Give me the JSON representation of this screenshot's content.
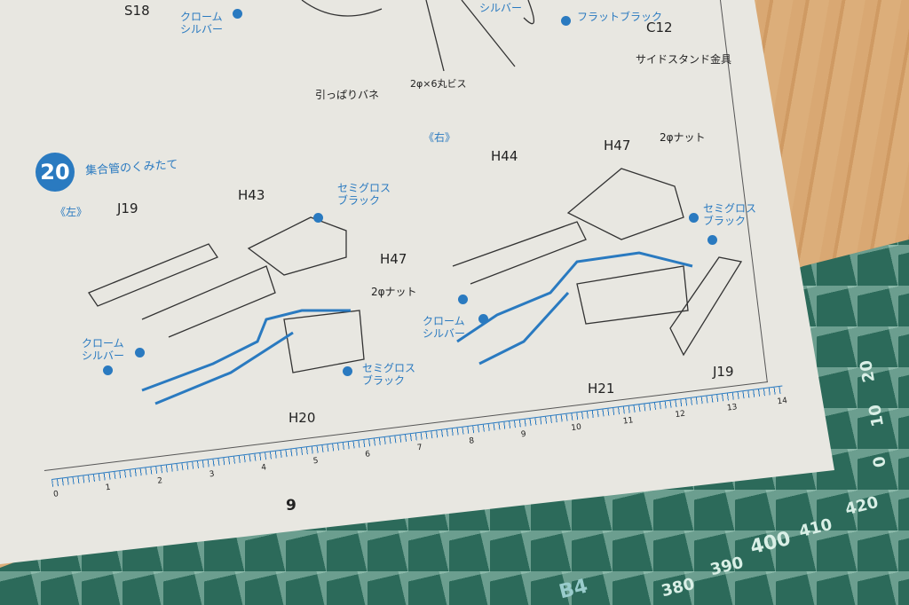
{
  "page_number": "9",
  "step": {
    "number": "20",
    "title": "集合管のくみたて"
  },
  "top_labels": {
    "s18": "S18",
    "chrome_silver_top": [
      "クローム",
      "シルバー"
    ],
    "silver_partial": "シルバー",
    "flat_black": "フラットブラック",
    "c12": "C12",
    "side_stand": "サイドスタンド金具",
    "screw": "2φ×6丸ビス",
    "spring": "引っぱりバネ"
  },
  "left_view": {
    "heading": "《左》",
    "j19": "J19",
    "h43": "H43",
    "semigloss_top": [
      "セミグロス",
      "ブラック"
    ],
    "h47": "H47",
    "nut": "2φナット",
    "chrome_silver": [
      "クローム",
      "シルバー"
    ],
    "semigloss_bottom": [
      "セミグロス",
      "ブラック"
    ],
    "h20": "H20"
  },
  "right_view": {
    "heading": "《右》",
    "h44": "H44",
    "h47": "H47",
    "nut": "2φナット",
    "semigloss": [
      "セミグロス",
      "ブラック"
    ],
    "chrome_silver": [
      "クローム",
      "シルバー"
    ],
    "h21": "H21",
    "j19": "J19"
  },
  "ruler_numbers": [
    "0",
    "1",
    "2",
    "3",
    "4",
    "5",
    "6",
    "7",
    "8",
    "9",
    "10",
    "11",
    "12",
    "13",
    "14"
  ],
  "mat_numbers": [
    "380",
    "390",
    "400",
    "410",
    "420",
    "B4",
    "0",
    "10",
    "20"
  ]
}
